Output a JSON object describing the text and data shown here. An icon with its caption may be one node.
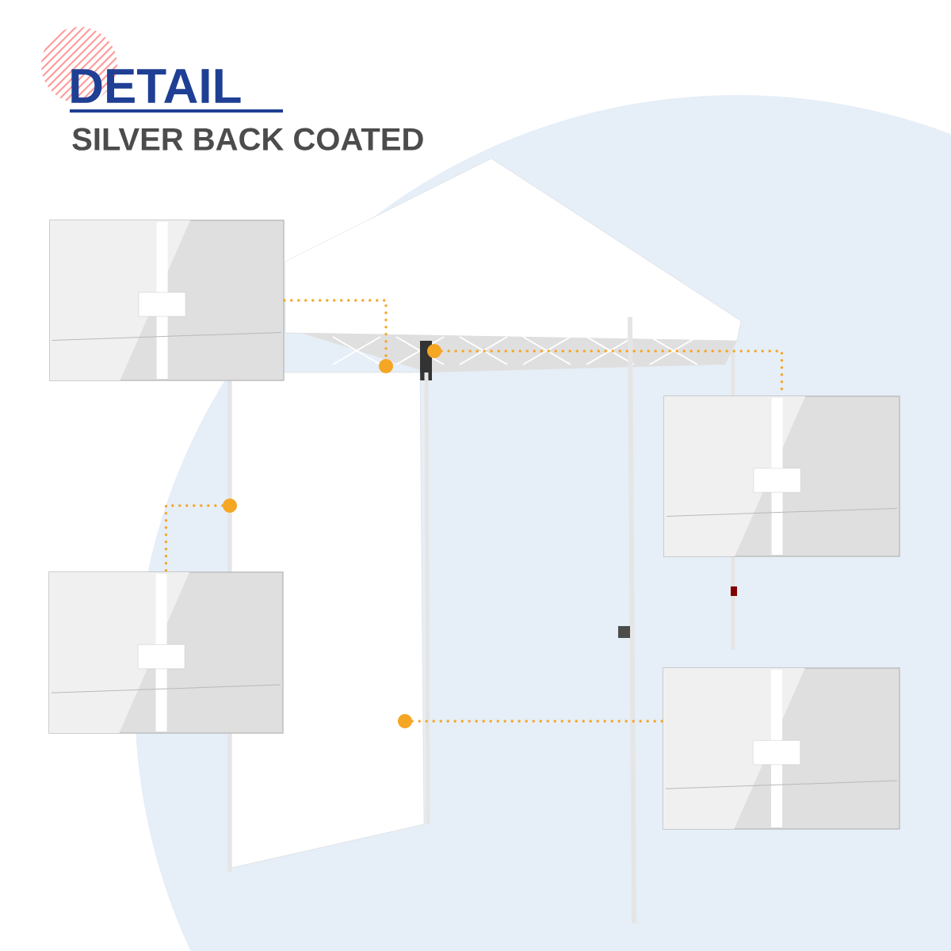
{
  "diagram": {
    "title": "DETAIL",
    "nodes": [
      {
        "text": [],
        "shape": "picture"
      },
      {
        "text": [],
        "shape": "circle"
      },
      {
        "text": [],
        "shape": "picture"
      },
      {
        "text": [],
        "shape": "circle"
      },
      {
        "text": [],
        "shape": "picture"
      },
      {
        "text": [],
        "shape": "circle"
      },
      {
        "text": [],
        "shape": "picture"
      },
      {
        "text": [],
        "shape": "circle"
      }
    ],
    "edges": [
      {
        "from": 0,
        "to": 1,
        "arrow": "none"
      },
      {
        "from": 2,
        "to": 3,
        "arrow": "none"
      },
      {
        "from": 4,
        "to": 5,
        "arrow": "none"
      },
      {
        "from": 6,
        "to": 7,
        "arrow": "none"
      }
    ],
    "labels": [
      "SILVER BACK COATED"
    ]
  }
}
